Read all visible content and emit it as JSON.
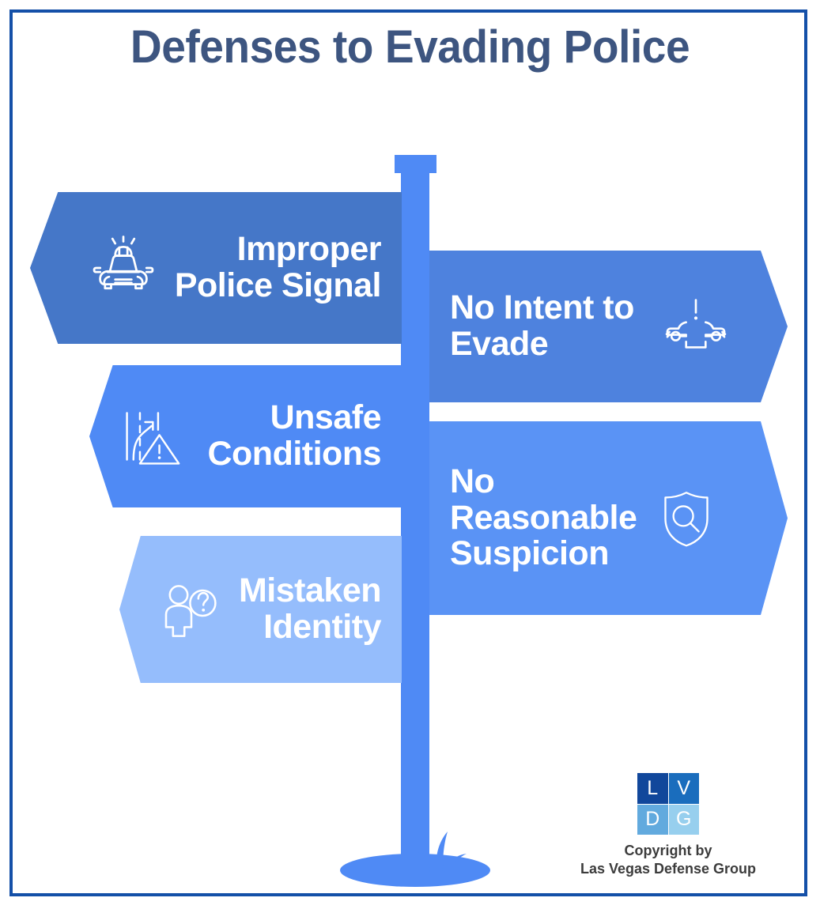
{
  "page": {
    "title": "Defenses to Evading Police",
    "title_color": "#3d5580",
    "background": "#ffffff",
    "border_color": "#1450a8"
  },
  "signpost": {
    "post_color": "#4f8af5",
    "cap_name": "signpost-cap",
    "ground_name": "signpost-ground"
  },
  "signs": [
    {
      "id": "improper-police-signal",
      "label": "Improper\nPolice Signal",
      "line1": "Improper",
      "line2": "Police Signal",
      "direction": "left",
      "color": "#4577c8",
      "icon": "police-car-icon"
    },
    {
      "id": "no-intent-to-evade",
      "label": "No Intent to\nEvade",
      "line1": "No Intent to",
      "line2": "Evade",
      "direction": "right",
      "color": "#4e82de",
      "icon": "cars-diverging-alert-icon"
    },
    {
      "id": "unsafe-conditions",
      "label": "Unsafe\nConditions",
      "line1": "Unsafe",
      "line2": "Conditions",
      "direction": "left",
      "color": "#4f8af5",
      "icon": "road-swerve-warning-icon"
    },
    {
      "id": "no-reasonable-suspicion",
      "label": "No\nReasonable\nSuspicion",
      "line1": "No",
      "line2": "Reasonable",
      "line3": "Suspicion",
      "direction": "right",
      "color": "#5a93f5",
      "icon": "shield-magnifier-icon"
    },
    {
      "id": "mistaken-identity",
      "label": "Mistaken\nIdentity",
      "line1": "Mistaken",
      "line2": "Identity",
      "direction": "left",
      "color": "#95bdfc",
      "icon": "person-question-icon"
    }
  ],
  "logo": {
    "cells": [
      {
        "letter": "L",
        "color": "#11479b"
      },
      {
        "letter": "V",
        "color": "#1a6dbd"
      },
      {
        "letter": "D",
        "color": "#62aade"
      },
      {
        "letter": "G",
        "color": "#97cfee"
      }
    ],
    "copyright_line1": "Copyright by",
    "copyright_line2": "Las Vegas Defense Group"
  }
}
